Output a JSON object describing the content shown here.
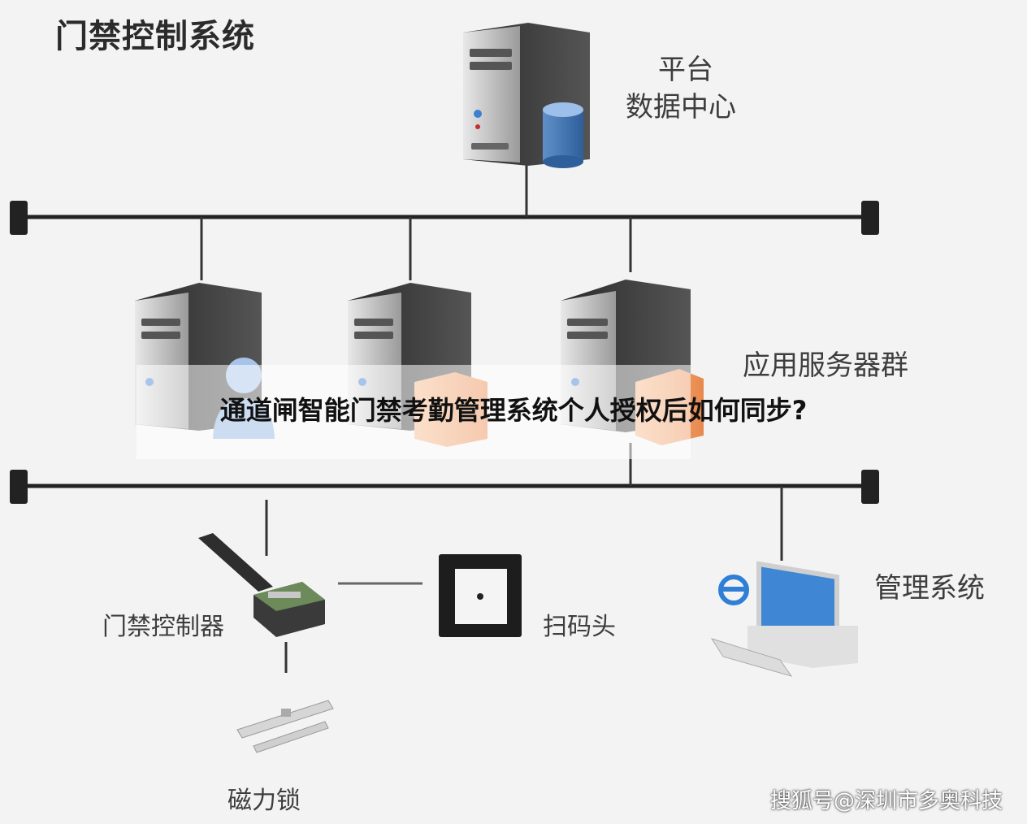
{
  "title": "门禁控制系统",
  "platform": {
    "line1": "平台",
    "line2": "数据中心"
  },
  "app_servers_label": "应用服务器群",
  "controller_label": "门禁控制器",
  "scanner_label": "扫码头",
  "lock_label": "磁力锁",
  "mgmt_label": "管理系统",
  "headline": "通道闸智能门禁考勤管理系统个人授权后如何同步?",
  "watermark": "搜狐号@深圳市多奥科技",
  "icons": [
    "server-icon",
    "database-icon",
    "user-icon",
    "firewall-icon",
    "controller-box-icon",
    "qr-scanner-icon",
    "magnetic-lock-icon",
    "computer-icon",
    "ie-browser-icon"
  ]
}
